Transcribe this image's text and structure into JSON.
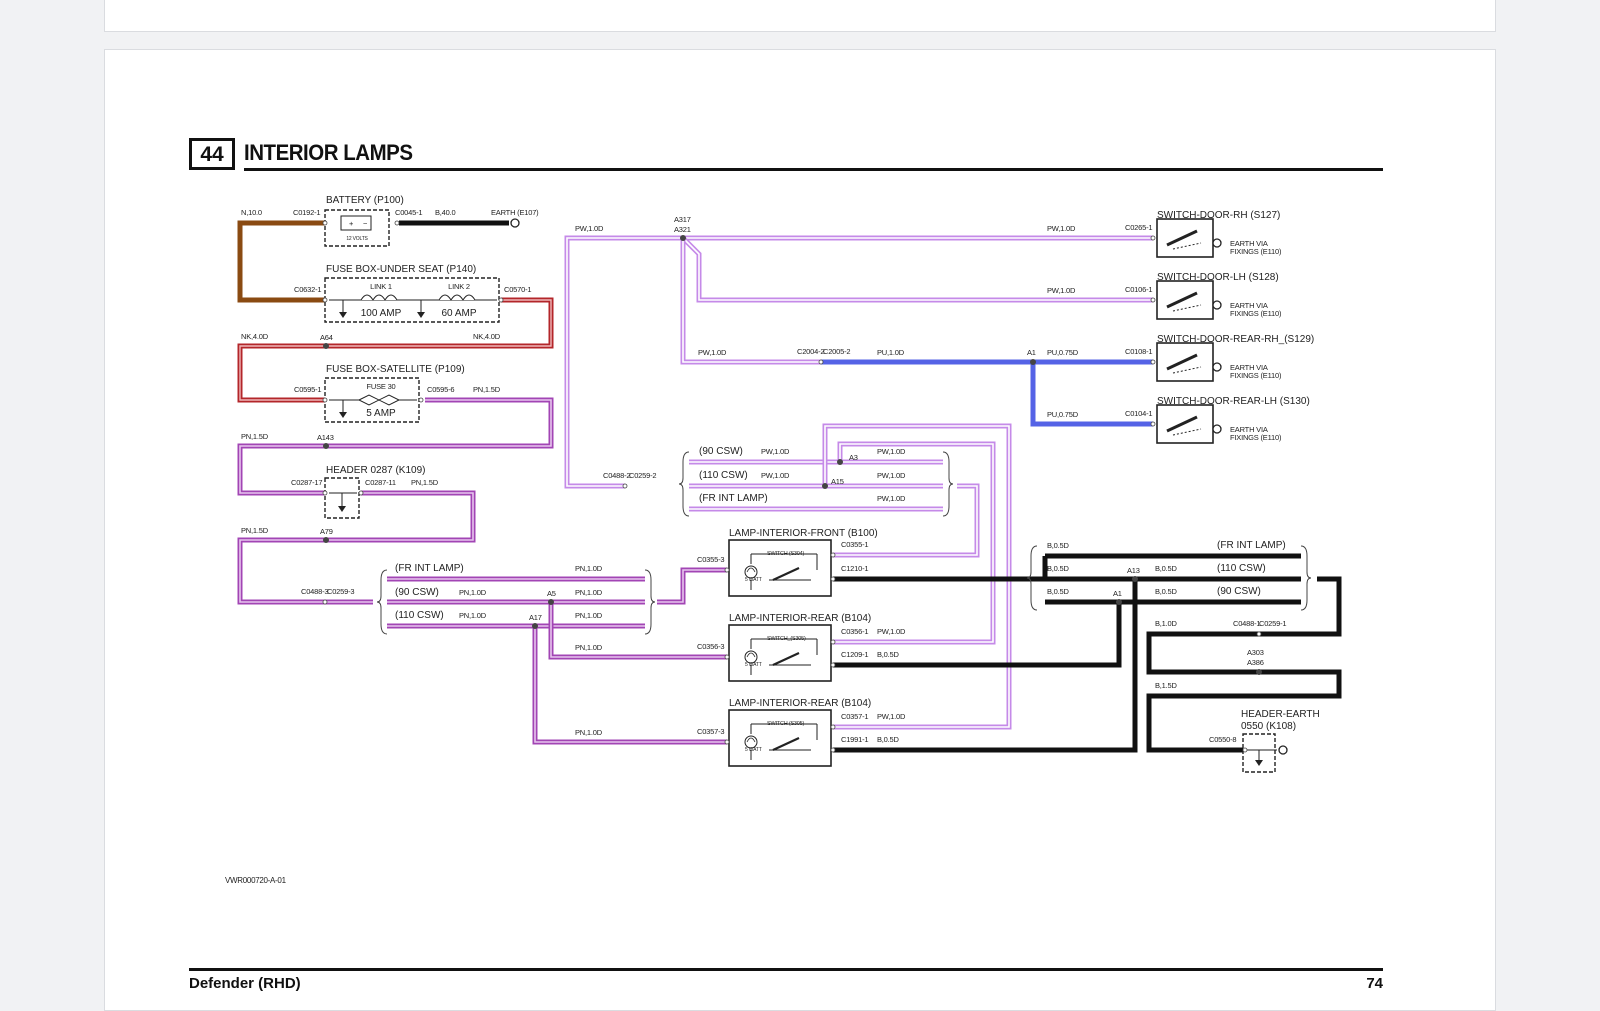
{
  "section": {
    "number": "44",
    "title": "INTERIOR LAMPS"
  },
  "footer": {
    "model": "Defender (RHD)",
    "page": "74"
  },
  "reference": "VWR000720-A-01",
  "components": {
    "battery": {
      "name": "BATTERY (P100)",
      "rating": "12 VOLTS"
    },
    "fusebox_under_seat": {
      "name": "FUSE BOX-UNDER SEAT (P140)",
      "link1": "LINK 1",
      "link1_amp": "100 AMP",
      "link2": "LINK 2",
      "link2_amp": "60 AMP"
    },
    "fusebox_satellite": {
      "name": "FUSE BOX-SATELLITE (P109)",
      "fuse": "FUSE 30",
      "fuse_amp": "5 AMP"
    },
    "header_0287": {
      "name": "HEADER 0287 (K109)"
    },
    "switch_door_rh": {
      "name": "SWITCH-DOOR-RH (S127)"
    },
    "switch_door_lh": {
      "name": "SWITCH-DOOR-LH (S128)"
    },
    "switch_door_rear_rh": {
      "name": "SWITCH-DOOR-REAR-RH_(S129)"
    },
    "switch_door_rear_lh": {
      "name": "SWITCH-DOOR-REAR-LH (S130)"
    },
    "earth_note": {
      "line1": "EARTH VIA",
      "line2": "FIXINGS (E110)"
    },
    "lamp_front": {
      "name": "LAMP-INTERIOR-FRONT (B100)",
      "switch": "SWITCH (S304)",
      "watt": "5 WATT"
    },
    "lamp_rear1": {
      "name": "LAMP-INTERIOR-REAR (B104)",
      "switch": "SWITCH_(S305)",
      "watt": "5 WATT"
    },
    "lamp_rear2": {
      "name": "LAMP-INTERIOR-REAR (B104)",
      "switch": "SWITCH (S305)",
      "watt": "5 WATT"
    },
    "header_earth": {
      "name1": "HEADER-EARTH",
      "name2": "0550 (K108)"
    }
  },
  "variants": {
    "csw90": "(90 CSW)",
    "csw110": "(110 CSW)",
    "fr_int_lamp": "(FR INT LAMP)"
  },
  "connectors": {
    "c0192": "C0192-1",
    "c0045": "C0045-1",
    "c0632": "C0632-1",
    "c0570": "C0570-1",
    "c0595_1": "C0595-1",
    "c0595_6": "C0595-6",
    "c0287_17": "C0287-17",
    "c0287_11": "C0287-11",
    "c0488_3": "C0488-3",
    "c0259_3": "C0259-3",
    "c0488_2": "C0488-2",
    "c0259_2": "C0259-2",
    "c0265": "C0265-1",
    "c0106": "C0106-1",
    "c0108": "C0108-1",
    "c0104": "C0104-1",
    "c2004": "C2004-2",
    "c2005": "C2005-2",
    "c0355_3": "C0355-3",
    "c0355_1": "C0355-1",
    "c1210": "C1210-1",
    "c0356_3": "C0356-3",
    "c0356_1": "C0356-1",
    "c1209": "C1209-1",
    "c0357_3": "C0357-3",
    "c0357_1": "C0357-1",
    "c1991": "C1991-1",
    "c0488_1": "C0488-1",
    "c0259_1": "C0259-1",
    "c0550": "C0550-8"
  },
  "earth_e107": "EARTH (E107)",
  "splices": {
    "a317": "A317",
    "a321": "A321",
    "a64": "A64",
    "a143": "A143",
    "a79": "A79",
    "a1": "A1",
    "a3": "A3",
    "a15": "A15",
    "a5": "A5",
    "a17": "A17",
    "a13": "A13",
    "a1b": "A1",
    "a303": "A303",
    "a386": "A386"
  },
  "wires": {
    "n10": "N,10.0",
    "b40": "B,40.0",
    "nk4": "NK,4.0D",
    "pn15": "PN,1.5D",
    "pw1": "PW,1.0D",
    "pu1": "PU,1.0D",
    "pu075": "PU,0.75D",
    "pn1": "PN,1.0D",
    "b05": "B,0.5D",
    "b1": "B,1.0D",
    "b15": "B,1.5D"
  },
  "colors": {
    "brown": "#8a4a12",
    "red": "#b3262a",
    "purple": "#a245b4",
    "blue": "#5563e6",
    "black": "#111111",
    "violet": "#c58ae8"
  }
}
